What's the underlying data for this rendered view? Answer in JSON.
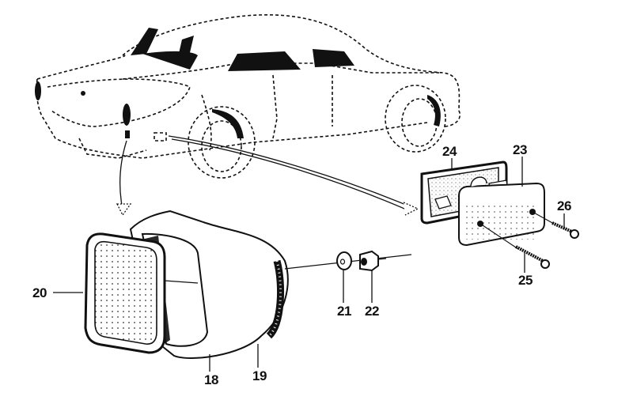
{
  "diagram": {
    "type": "exploded-parts-diagram",
    "subject": "car rear lamp and license plate lamp assembly",
    "parts": [
      {
        "id": "18",
        "label": "18",
        "description": "lamp housing"
      },
      {
        "id": "19",
        "label": "19",
        "description": "mounting bracket / stud"
      },
      {
        "id": "20",
        "label": "20",
        "description": "lamp lens with rim"
      },
      {
        "id": "21",
        "label": "21",
        "description": "washer"
      },
      {
        "id": "22",
        "label": "22",
        "description": "nut"
      },
      {
        "id": "23",
        "label": "23",
        "description": "license plate lamp"
      },
      {
        "id": "24",
        "label": "24",
        "description": "gasket / base plate"
      },
      {
        "id": "25",
        "label": "25",
        "description": "screw"
      },
      {
        "id": "26",
        "label": "26",
        "description": "screw"
      }
    ],
    "colors": {
      "ink": "#111111",
      "background": "#ffffff"
    }
  }
}
